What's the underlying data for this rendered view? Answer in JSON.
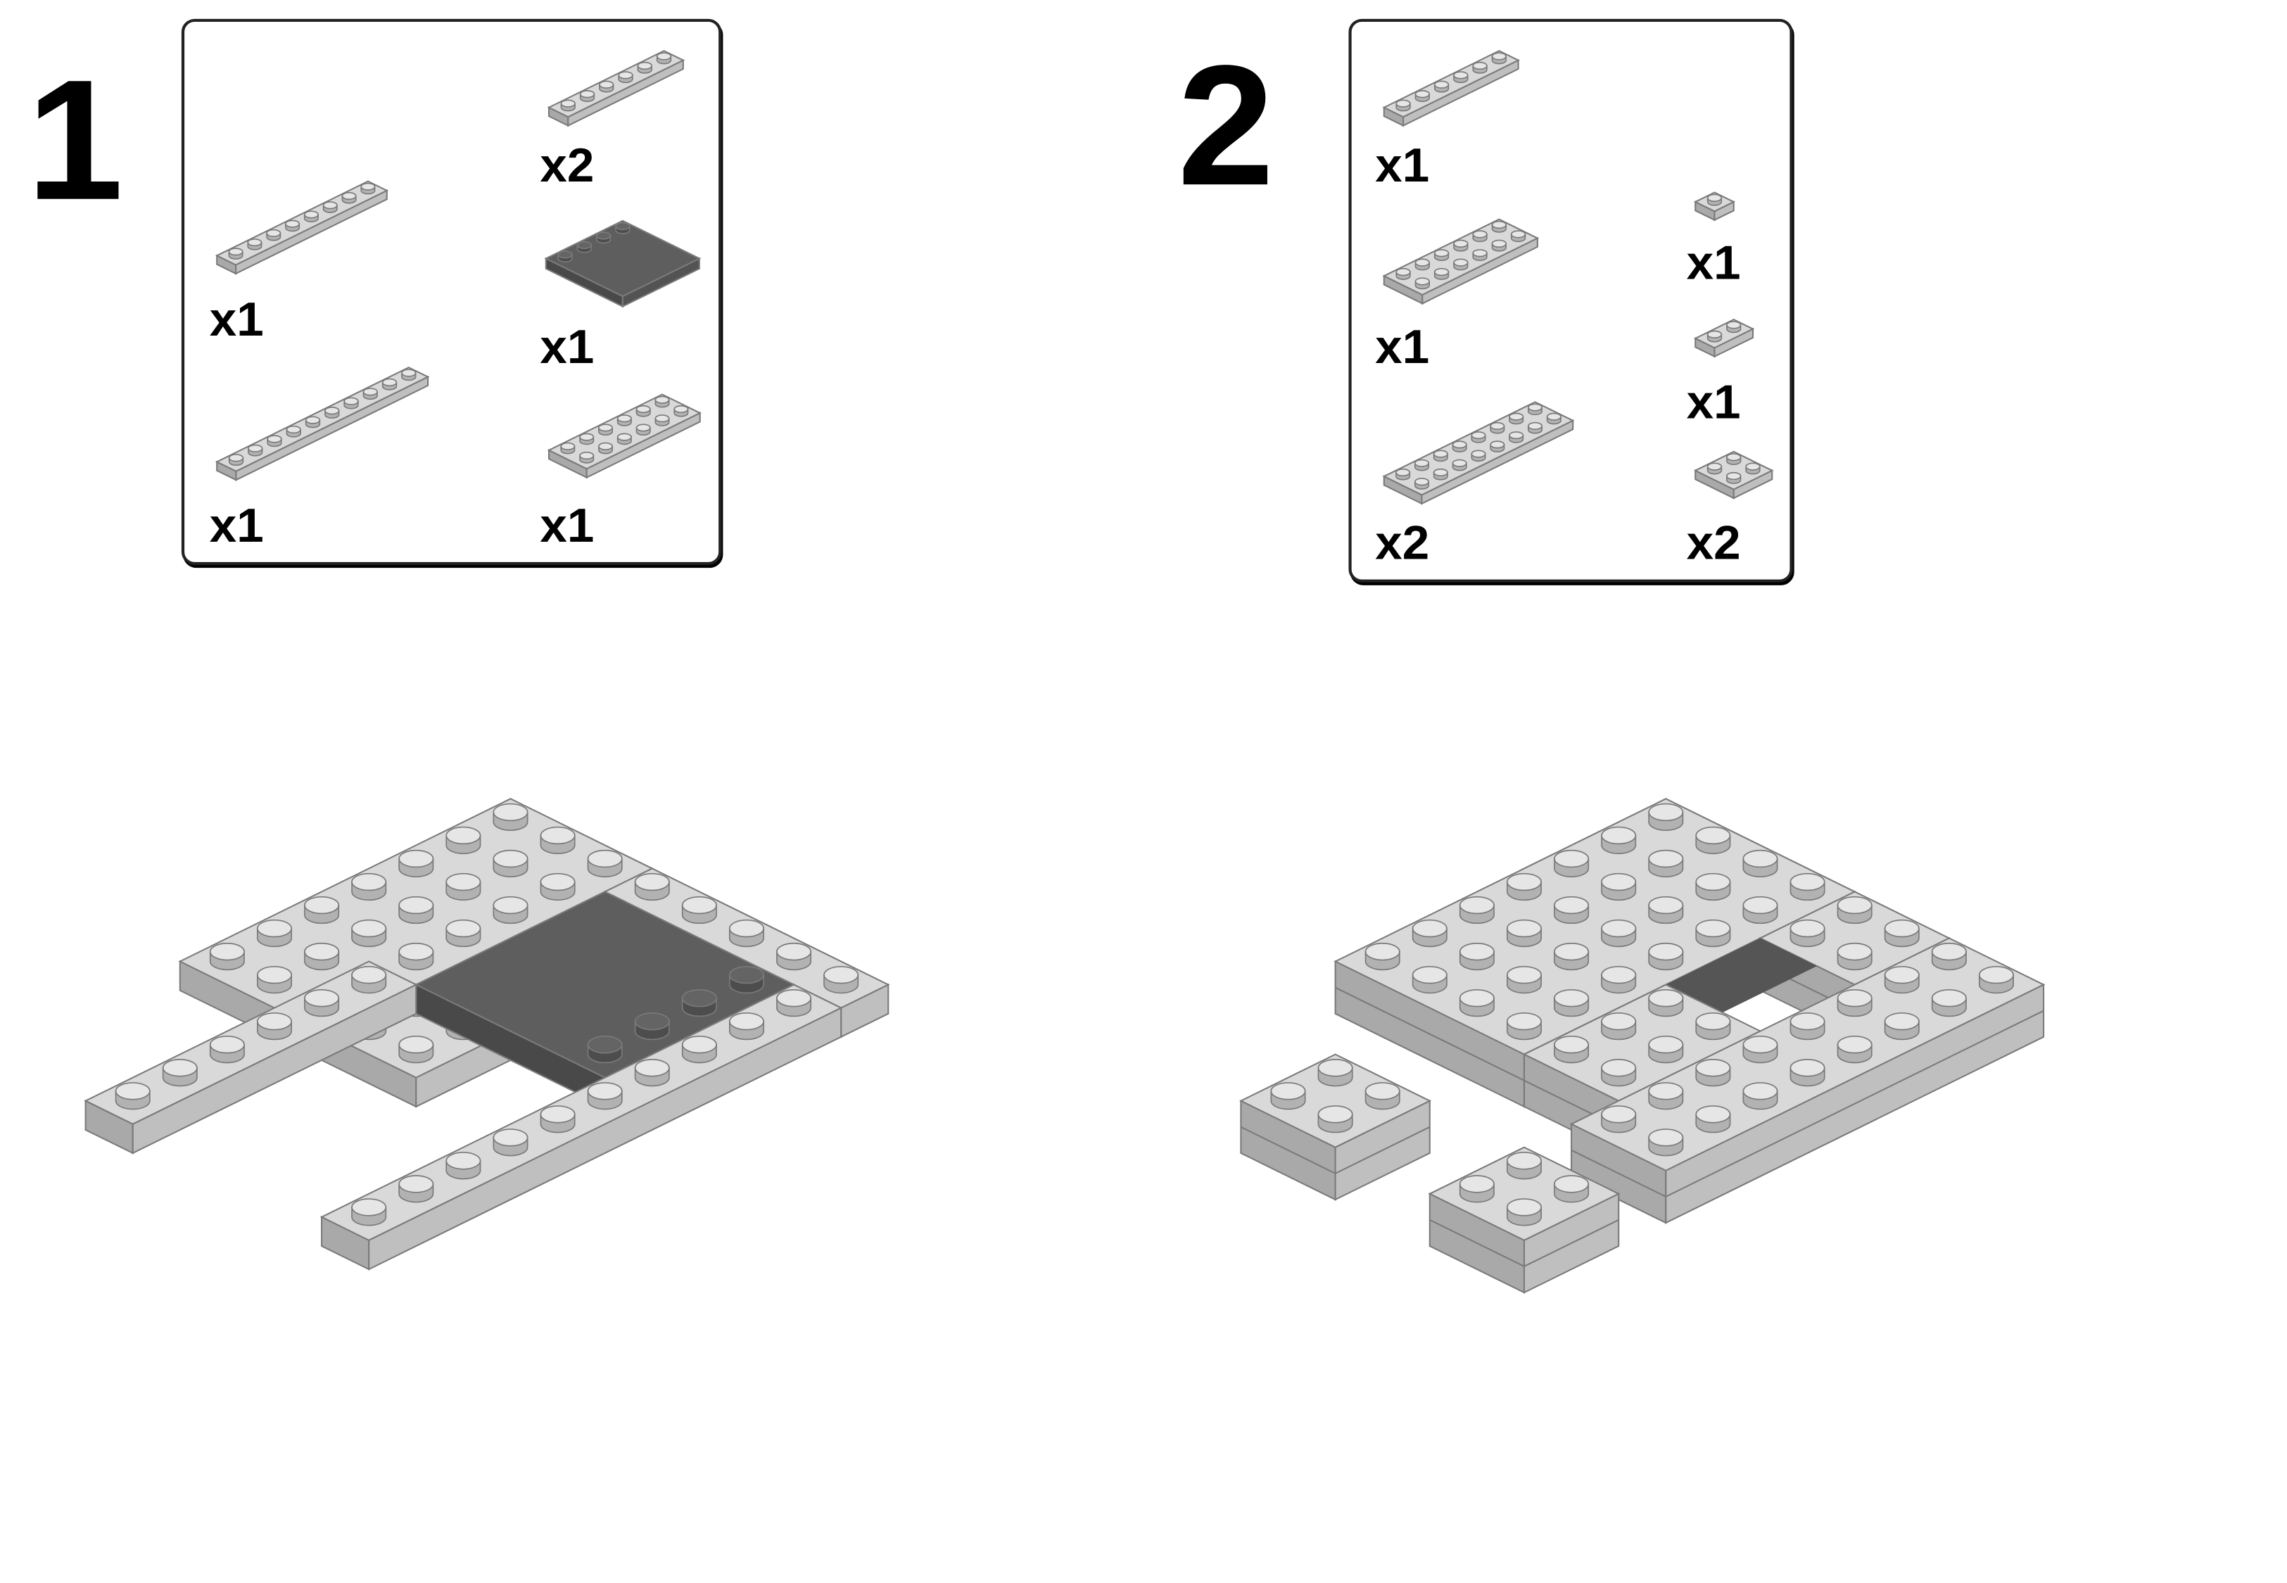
{
  "steps": [
    {
      "number": "1",
      "parts": [
        {
          "shape": "plate-1x6",
          "color": "#d9d9d9",
          "qty": "x2"
        },
        {
          "shape": "plate-1x8",
          "color": "#d9d9d9",
          "qty": "x1"
        },
        {
          "shape": "tile-4x4-studs-edge",
          "color": "#5e5e5e",
          "qty": "x1"
        },
        {
          "shape": "plate-1x10",
          "color": "#d9d9d9",
          "qty": "x1"
        },
        {
          "shape": "plate-2x6",
          "color": "#d9d9d9",
          "qty": "x1"
        }
      ]
    },
    {
      "number": "2",
      "parts": [
        {
          "shape": "plate-1x6",
          "color": "#d9d9d9",
          "qty": "x1"
        },
        {
          "shape": "plate-1x1",
          "color": "#d9d9d9",
          "qty": "x1"
        },
        {
          "shape": "plate-2x6",
          "color": "#d9d9d9",
          "qty": "x1"
        },
        {
          "shape": "plate-1x2",
          "color": "#d9d9d9",
          "qty": "x1"
        },
        {
          "shape": "plate-2x8",
          "color": "#d9d9d9",
          "qty": "x2"
        },
        {
          "shape": "plate-2x2",
          "color": "#d9d9d9",
          "qty": "x2"
        }
      ]
    }
  ],
  "colors": {
    "light_gray": "#d9d9d9",
    "dark_gray": "#5e5e5e",
    "outline": "#7a7a7a"
  }
}
